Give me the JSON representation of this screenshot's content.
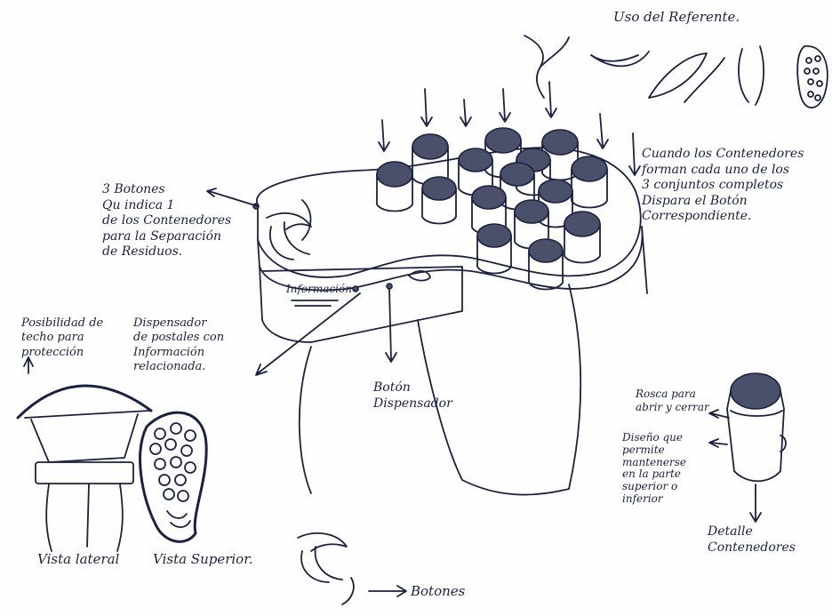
{
  "labels": {
    "referente": "Uso del Referente.",
    "botones_note": "3 Botones\nQu indica 1\nde los Contenedores\npara la Separación\nde Residuos.",
    "contenedores_note": "Cuando los Contenedores\nforman cada uno de los\n3 conjuntos completos\nDispara el Botón\nCorrespondiente.",
    "informacion": "Información",
    "techo": "Posibilidad de\ntecho para\nprotección",
    "dispensador_postales": "Dispensador\nde postales con\nInformación\nrelacionada.",
    "boton_dispensador": "Botón\nDispensador",
    "rosca": "Rosca para\nabrir y cerrar",
    "diseno": "Diseño que\npermite\nmantenerse\nen la parte\nsuperior o\ninferior",
    "detalle": "Detalle\nContenedores",
    "vista_lateral": "Vista lateral",
    "vista_superior": "Vista Superior.",
    "botones_legend": "Botones"
  }
}
